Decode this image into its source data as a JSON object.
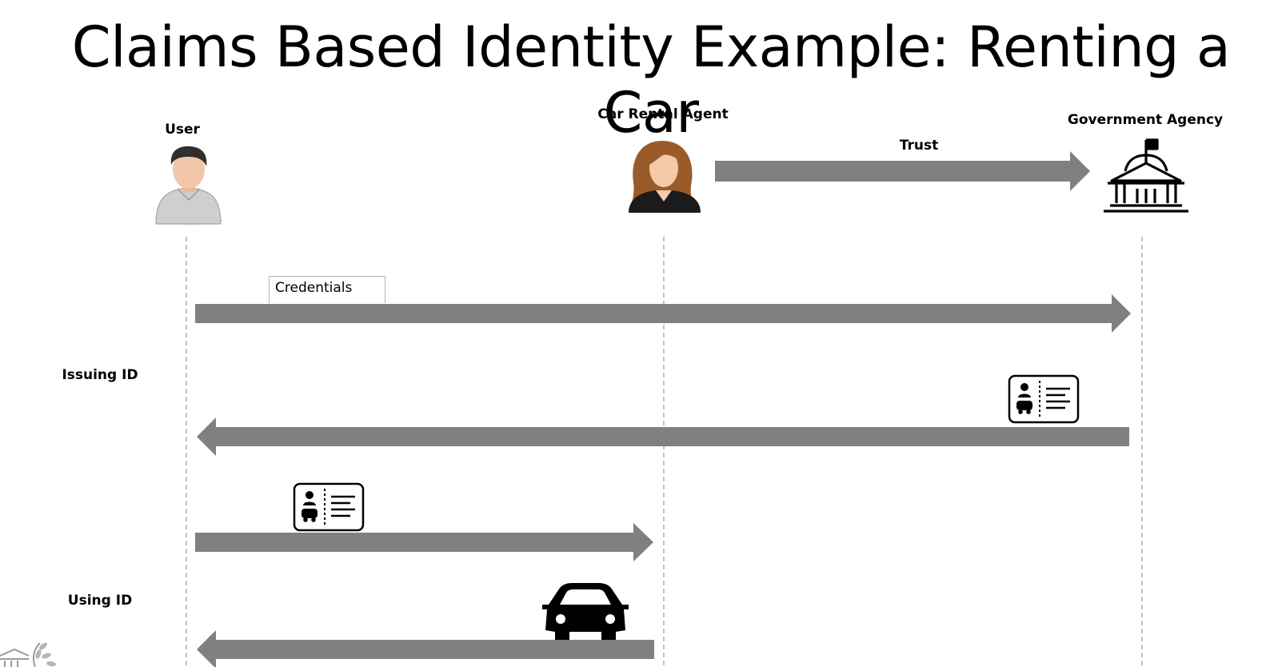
{
  "title": "Claims Based Identity Example: Renting a Car",
  "actors": {
    "user": "User",
    "agent": "Car Rental Agent",
    "government": "Government Agency"
  },
  "arrows": {
    "trust": "Trust",
    "credentials": "Credentials"
  },
  "phases": {
    "issuing": "Issuing ID",
    "using": "Using ID"
  },
  "icons": {
    "user": "user-avatar-icon",
    "agent": "female-agent-avatar-icon",
    "government": "government-building-icon",
    "id_card": "driver-license-id-card-icon",
    "car": "car-icon",
    "logo": "institution-laurel-logo"
  },
  "colors": {
    "arrow": "#808080",
    "lifeline": "#a8a8a8"
  }
}
